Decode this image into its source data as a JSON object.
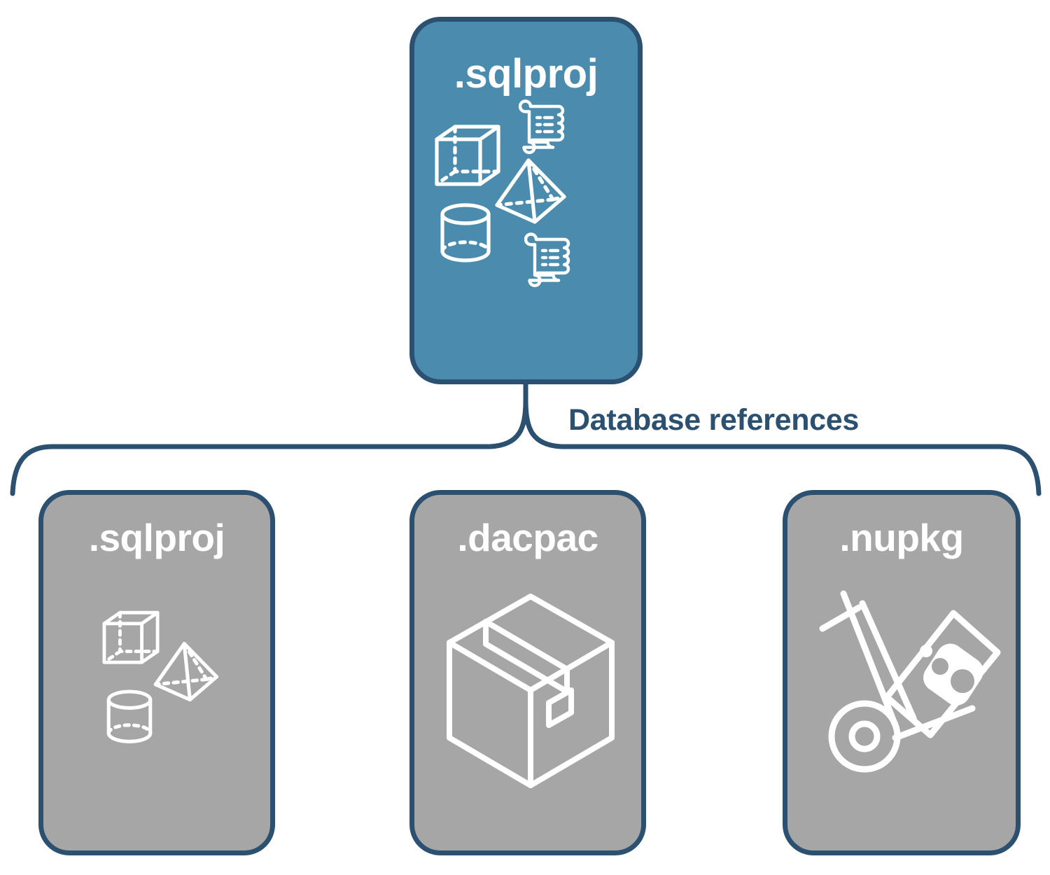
{
  "diagram": {
    "title": ".sqlproj database references diagram",
    "colors": {
      "primary_fill": "#4b8cae",
      "secondary_fill": "#a6a6a6",
      "stroke": "#2b5070",
      "label_text": "#2b5070",
      "card_text": "#ffffff",
      "background": "#ffffff"
    }
  },
  "root_card": {
    "label": ".sqlproj",
    "icons": [
      "cube-wireframe-icon",
      "pyramid-wireframe-icon",
      "cylinder-wireframe-icon",
      "scroll-script-icon",
      "scroll-script-icon"
    ]
  },
  "connector": {
    "label": "Database references",
    "style": "curly-brace",
    "direction": "one-to-many"
  },
  "reference_cards": [
    {
      "label": ".sqlproj",
      "icons": [
        "cube-wireframe-icon",
        "pyramid-wireframe-icon",
        "cylinder-wireframe-icon"
      ]
    },
    {
      "label": ".dacpac",
      "icons": [
        "shipping-box-icon"
      ]
    },
    {
      "label": ".nupkg",
      "icons": [
        "hand-truck-icon",
        "nuget-package-box-icon"
      ]
    }
  ]
}
